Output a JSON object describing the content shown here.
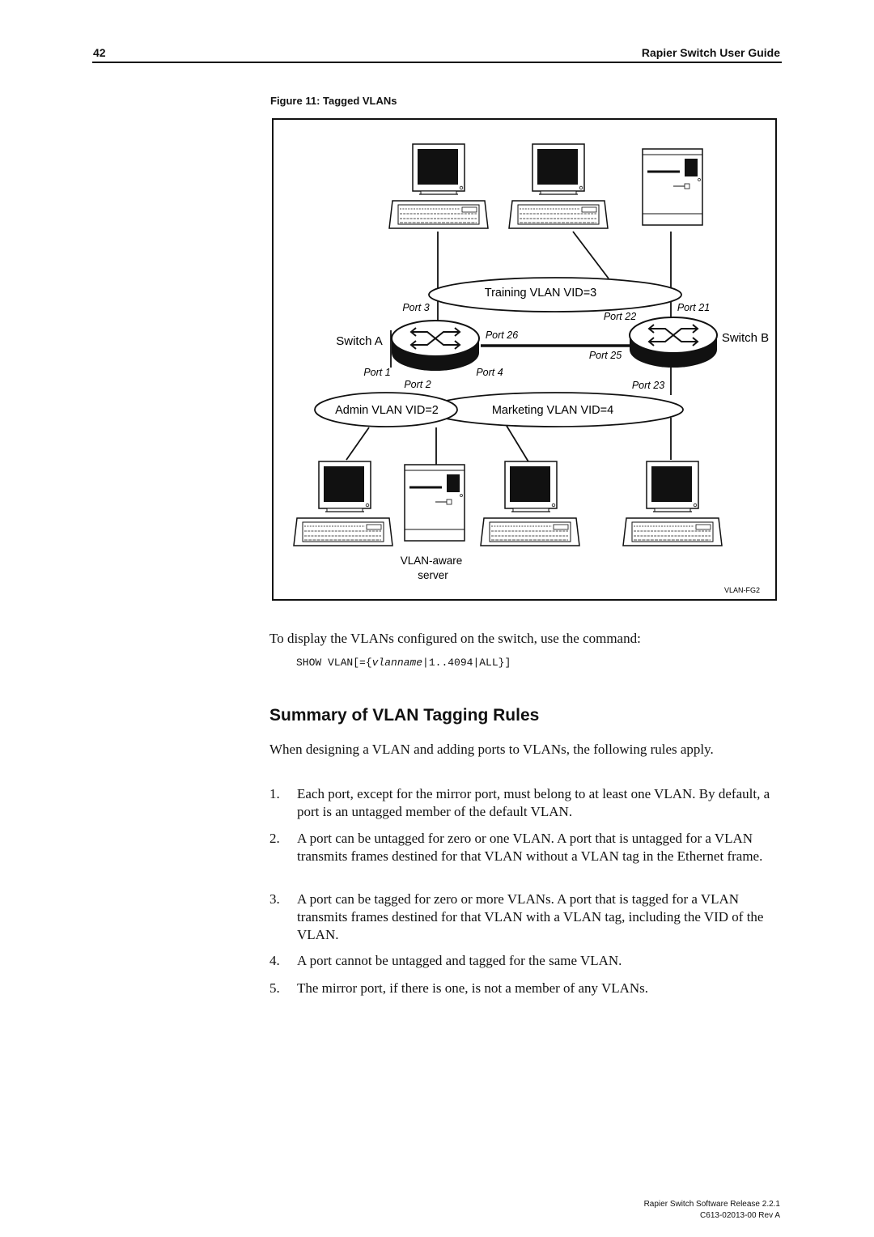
{
  "header": {
    "page_number": "42",
    "running_title": "Rapier Switch User Guide"
  },
  "figure": {
    "caption": "Figure 11: Tagged VLANs",
    "labels": {
      "training_vlan": "Training VLAN VID=3",
      "admin_vlan": "Admin VLAN VID=2",
      "marketing_vlan": "Marketing VLAN VID=4",
      "switch_a": "Switch A",
      "switch_b": "Switch B",
      "port3": "Port 3",
      "port22": "Port 22",
      "port21": "Port 21",
      "port26": "Port 26",
      "port25": "Port 25",
      "port1": "Port 1",
      "port2": "Port 2",
      "port4": "Port 4",
      "port23": "Port 23",
      "server_line1": "VLAN-aware",
      "server_line2": "server",
      "figure_id": "VLAN-FG2"
    }
  },
  "body": {
    "intro": "To display the VLANs configured on the switch, use the command:",
    "command": {
      "prefix": "SHOW VLAN[={",
      "param": "vlanname",
      "suffix": "|1..4094|ALL}]"
    },
    "section_heading": "Summary of VLAN Tagging Rules",
    "rules_intro": "When designing a VLAN and adding ports to VLANs, the following rules apply.",
    "rules": [
      {
        "num": "1.",
        "text": "Each port, except for the mirror port, must belong to at least one VLAN. By default, a port is an untagged member of the default VLAN."
      },
      {
        "num": "2.",
        "text": "A port can be untagged for zero or one VLAN. A port that is untagged for a VLAN transmits frames destined for that VLAN without a VLAN tag in the Ethernet frame."
      },
      {
        "num": "3.",
        "text": "A port can be tagged for zero or more VLANs. A port that is tagged for a VLAN transmits frames destined for that VLAN with a VLAN tag, including the VID of the VLAN."
      },
      {
        "num": "4.",
        "text": "A port cannot be untagged and tagged for the same VLAN."
      },
      {
        "num": "5.",
        "text": "The mirror port, if there is one, is not a member of any VLANs."
      }
    ]
  },
  "footer": {
    "release": "Rapier Switch Software Release 2.2.1",
    "doc_code": "C613-02013-00 Rev A"
  }
}
